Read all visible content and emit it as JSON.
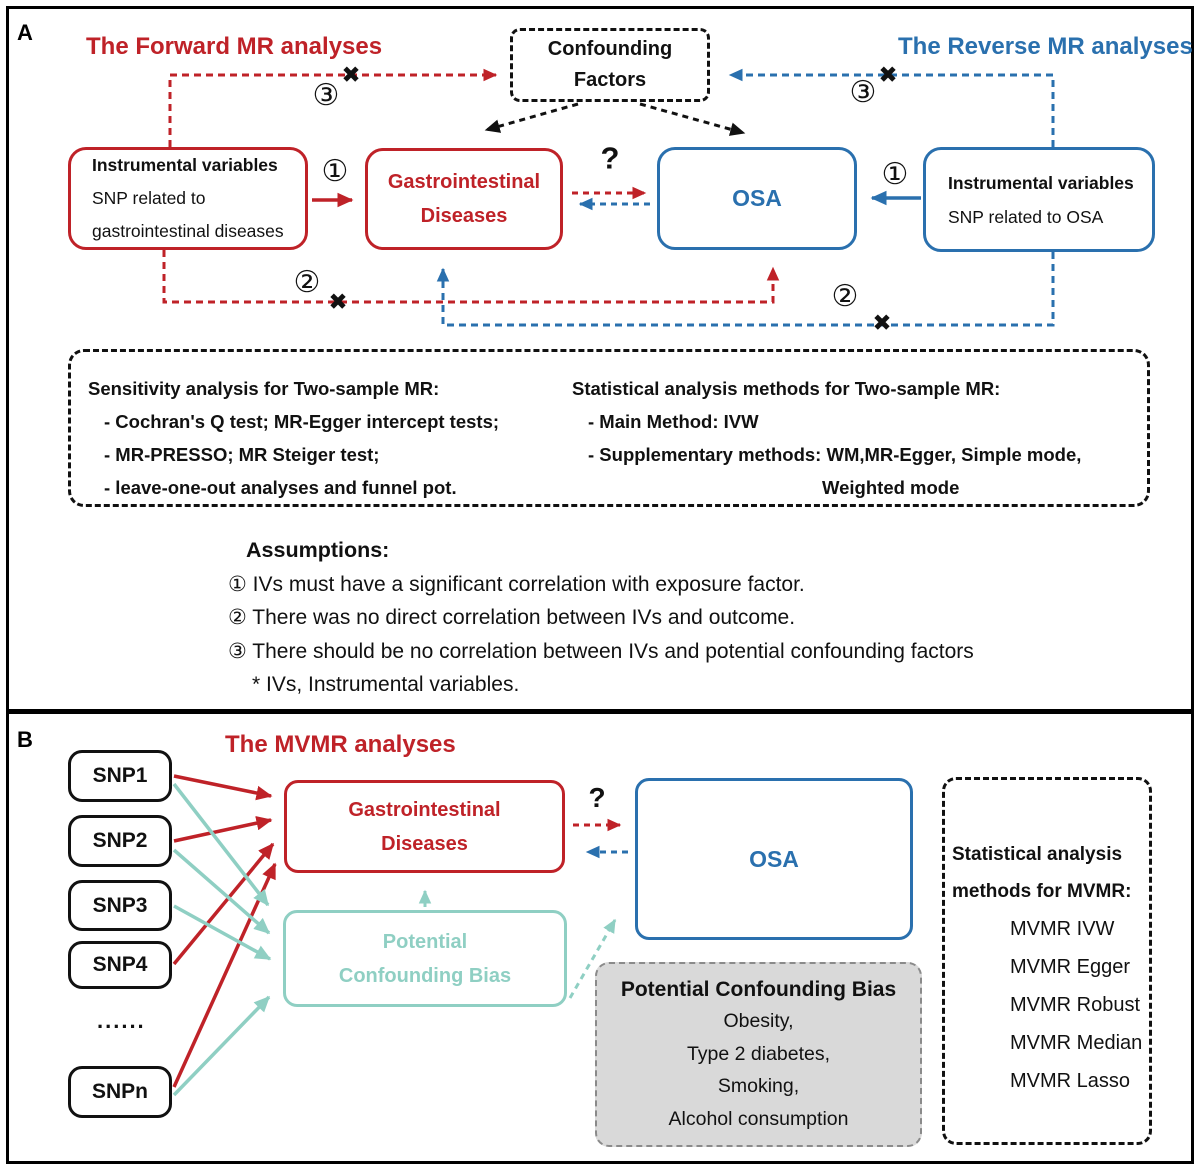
{
  "panelA": {
    "label": "A",
    "forward_title": "The Forward MR analyses",
    "reverse_title": "The Reverse MR analyses",
    "confounding": [
      "Confounding",
      "Factors"
    ],
    "iv_left": [
      "Instrumental variables",
      "SNP related to",
      "gastrointestinal diseases"
    ],
    "iv_right": [
      "Instrumental variables",
      "SNP related to OSA"
    ],
    "gi": [
      "Gastrointestinal",
      "Diseases"
    ],
    "osa": "OSA",
    "question": "?",
    "num1": "①",
    "num2": "②",
    "num3": "③",
    "cross": "✖",
    "sensitivity": {
      "title": "Sensitivity analysis for Two-sample MR:",
      "items": [
        "- Cochran's Q test; MR-Egger intercept tests;",
        "- MR-PRESSO; MR Steiger test;",
        "- leave-one-out analyses and funnel pot."
      ]
    },
    "statistical": {
      "title": "Statistical analysis methods for Two-sample MR:",
      "items": [
        "- Main Method: IVW",
        "- Supplementary methods: WM,MR-Egger, Simple mode,"
      ],
      "cont": "Weighted mode"
    },
    "assumptions": {
      "title": "Assumptions:",
      "items": [
        "① IVs must have a significant correlation with exposure factor.",
        "② There was no direct correlation between IVs and outcome.",
        "③ There should be no correlation between IVs and potential confounding factors"
      ],
      "footnote": "* IVs, Instrumental variables."
    }
  },
  "panelB": {
    "label": "B",
    "title": "The MVMR analyses",
    "snps": [
      "SNP1",
      "SNP2",
      "SNP3",
      "SNP4"
    ],
    "dots": "......",
    "snpn": "SNPn",
    "gi": [
      "Gastrointestinal",
      "Diseases"
    ],
    "osa": "OSA",
    "question": "?",
    "pcb": [
      "Potential",
      "Confounding Bias"
    ],
    "gray_box": {
      "title": "Potential Confounding Bias",
      "items": [
        "Obesity,",
        "Type 2 diabetes,",
        "Smoking,",
        "Alcohol consumption"
      ]
    },
    "methods": {
      "title1": "Statistical analysis",
      "title2": "methods for MVMR:",
      "items": [
        "MVMR IVW",
        "MVMR Egger",
        "MVMR Robust",
        "MVMR Median",
        "MVMR Lasso"
      ]
    }
  },
  "colors": {
    "red": "#BF2228",
    "blue": "#2A70AE",
    "teal": "#8FCFC3",
    "gray_fill": "#D9D9D9",
    "gray_border": "#8A8A8A",
    "black": "#111111"
  }
}
